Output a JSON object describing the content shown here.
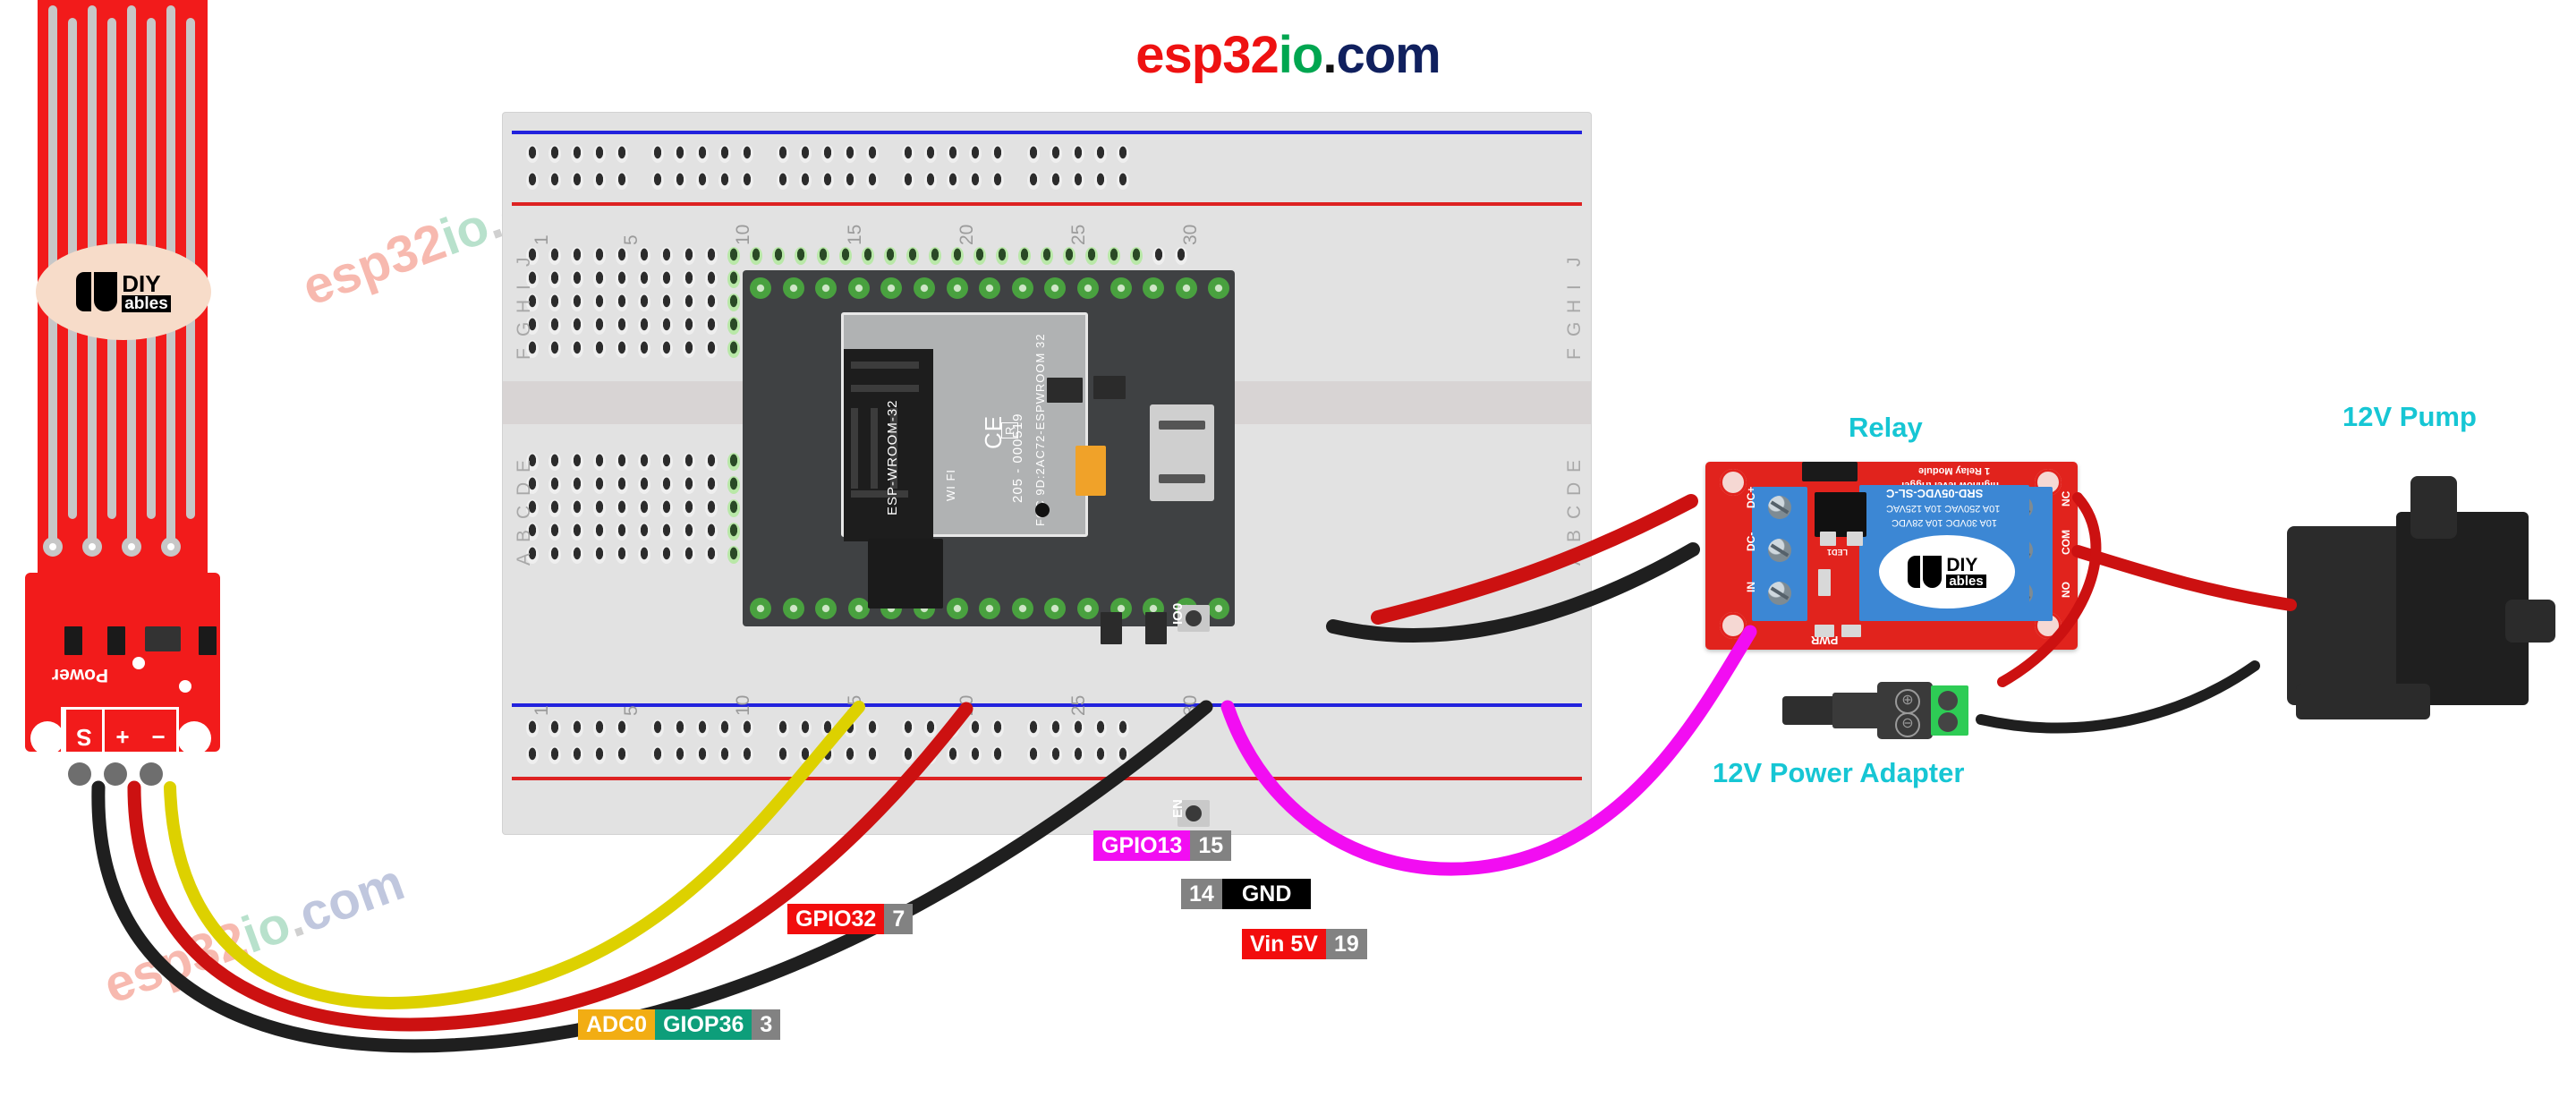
{
  "title": {
    "part1": "esp32",
    "part2": "io",
    "part3": ".",
    "part4": "com"
  },
  "watermark_text": {
    "a": "esp",
    "b": "32",
    "c": "io",
    "d": ".",
    "e": "com"
  },
  "colors": {
    "accent_cyan": "#16c6d4",
    "wire_red": "#cc1111",
    "wire_black": "#1a1a1a",
    "wire_yellow": "#f2e205",
    "wire_magenta": "#f20df2",
    "rail_blue": "#2222dd",
    "rail_red": "#dd2222",
    "pcb_red": "#e1231d",
    "relay_blue": "#3c87d4"
  },
  "component_labels": [
    {
      "name": "relay",
      "text": "Relay"
    },
    {
      "name": "pump",
      "text": "12V Pump"
    },
    {
      "name": "power-adapter",
      "text": "12V Power Adapter"
    }
  ],
  "pin_labels": [
    {
      "name": "gpio13",
      "chips": [
        {
          "text": "GPIO13",
          "bg": "magenta"
        },
        {
          "text": "15",
          "bg": "gray"
        }
      ]
    },
    {
      "name": "gnd",
      "chips": [
        {
          "text": "14",
          "bg": "gray"
        },
        {
          "text": "GND",
          "bg": "black"
        }
      ]
    },
    {
      "name": "vin5v",
      "chips": [
        {
          "text": "Vin 5V",
          "bg": "red"
        },
        {
          "text": "19",
          "bg": "gray"
        }
      ]
    },
    {
      "name": "gpio32",
      "chips": [
        {
          "text": "GPIO32",
          "bg": "red"
        },
        {
          "text": "7",
          "bg": "gray"
        }
      ]
    },
    {
      "name": "adc0",
      "chips": [
        {
          "text": "ADC0",
          "bg": "amber"
        },
        {
          "text": "GIOP36",
          "bg": "teal"
        },
        {
          "text": "3",
          "bg": "gray"
        }
      ]
    }
  ],
  "label_texts": {
    "gpio13": "GPIO13",
    "gpio13_num": "15",
    "gnd_num": "14",
    "gnd": "GND",
    "vin": "Vin 5V",
    "vin_num": "19",
    "gpio32": "GPIO32",
    "gpio32_num": "7",
    "adc0": "ADC0",
    "giop36": "GIOP36",
    "giop36_num": "3"
  },
  "breadboard": {
    "column_numbers": [
      "1",
      "5",
      "10",
      "15",
      "20",
      "25",
      "30"
    ],
    "row_letters_top": [
      "J",
      "I",
      "H",
      "G",
      "F"
    ],
    "row_letters_bottom": [
      "E",
      "D",
      "C",
      "B",
      "A"
    ]
  },
  "esp32_module": {
    "name": "ESP-WROOM-32",
    "line_model": "ESP-WROOM-32",
    "line_serial": "205 - 000519",
    "line_fcc": "FCC 9D:2AC72-ESPWROOM 32",
    "mark_ce": "CE",
    "mark_r": "R",
    "mark_wifi": "WI FI",
    "button_io0": "IO0",
    "button_en": "EN"
  },
  "sensor": {
    "brand_top": "DIY",
    "brand_bottom": "ables",
    "power_label": "Power",
    "terminals": [
      "S",
      "+",
      "−"
    ]
  },
  "relay_board": {
    "brand_top": "DIY",
    "brand_bottom": "ables",
    "title": "1 Relay Module",
    "subtitle": "high/low level trigger",
    "coil_model": "SRD-05VDC-SL-C",
    "coil_rating1": "10A 250VAC  10A 125VAC",
    "coil_rating2": "10A 30VDC  10A 28VDC",
    "pwr_label": "PWR",
    "led_label": "LED1",
    "terminals_left": [
      "DC+",
      "DC-",
      "IN"
    ],
    "terminals_right": [
      "NC",
      "COM",
      "NO"
    ]
  },
  "dc_jack": {
    "plus": "⊕",
    "minus": "⊖"
  }
}
